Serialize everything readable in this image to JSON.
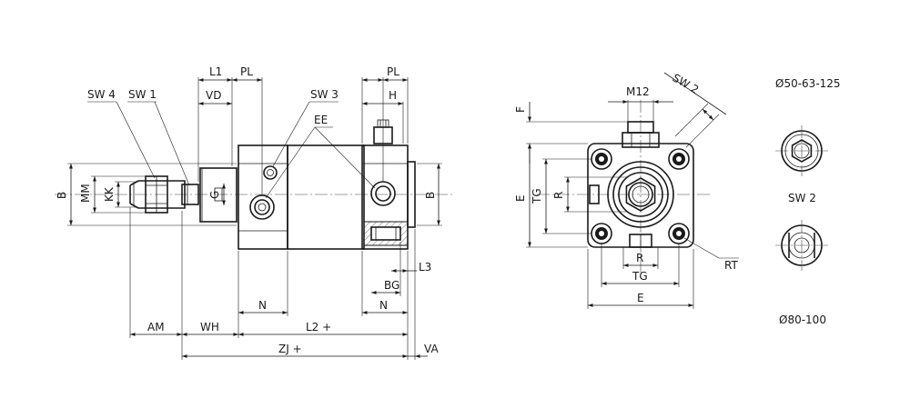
{
  "side_view": {
    "labels": {
      "sw4": "SW 4",
      "sw1": "SW 1",
      "sw3": "SW 3",
      "ee": "EE",
      "l1": "L1",
      "pl_left": "PL",
      "pl_right": "PL",
      "vd": "VD",
      "h": "H",
      "b_left": "B",
      "mm": "MM",
      "kk": "KK",
      "g": "G",
      "b_right": "B",
      "l3": "L3",
      "bg": "BG",
      "n_left": "N",
      "n_right": "N",
      "am": "AM",
      "wh": "WH",
      "l2": "L2 +",
      "zj": "ZJ +",
      "va": "VA"
    }
  },
  "front_view": {
    "labels": {
      "m12": "M12",
      "sw2": "SW 2",
      "f": "F",
      "e_vertical": "E",
      "tg_vertical": "TG",
      "r_vertical": "R",
      "r_horizontal": "R",
      "tg_horizontal": "TG",
      "e_horizontal": "E",
      "rt": "RT"
    }
  },
  "detail": {
    "top_caption": "Ø50-63-125",
    "middle_caption": "SW 2",
    "bottom_caption": "Ø80-100"
  }
}
